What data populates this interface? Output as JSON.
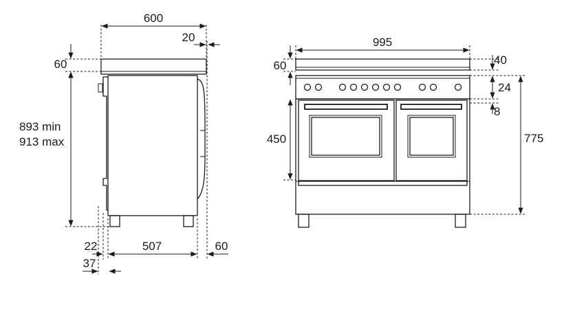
{
  "side_view": {
    "width": "600",
    "back_offset": "20",
    "top_height": "60",
    "height_min": "893 min",
    "height_max": "913 max",
    "front_protrusion": "22",
    "front_protrusion_total": "37",
    "depth": "507",
    "rear_clearance": "60"
  },
  "front_view": {
    "width": "995",
    "top_height": "60",
    "splashback_gap": "40",
    "control_panel_height": "24",
    "panel_gap": "8",
    "oven_height": "450",
    "worktop_height": "775"
  }
}
